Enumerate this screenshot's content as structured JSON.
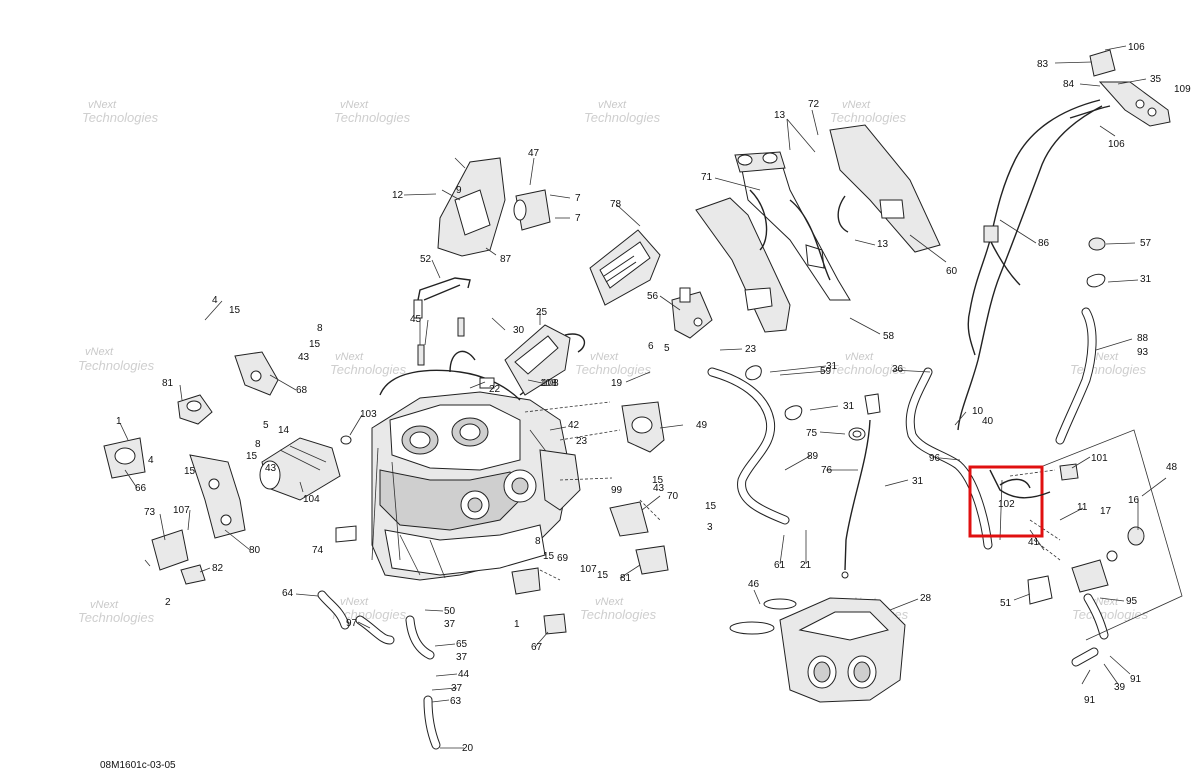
{
  "diagram": {
    "drawing_code": "08M1601c-03-05",
    "watermark": {
      "line1": "vNext",
      "line2": "Technologies"
    },
    "highlight_color": "#e01010",
    "callouts": [
      "83",
      "106",
      "84",
      "35",
      "109",
      "106",
      "13",
      "72",
      "47",
      "9",
      "12",
      "7",
      "7",
      "87",
      "71",
      "78",
      "13",
      "60",
      "86",
      "57",
      "31",
      "52",
      "4",
      "15",
      "8",
      "15",
      "43",
      "45",
      "30",
      "25",
      "56",
      "58",
      "88",
      "93",
      "81",
      "68",
      "103",
      "14",
      "108",
      "23",
      "19",
      "31",
      "59",
      "36",
      "10",
      "40",
      "5",
      "8",
      "15",
      "43",
      "42",
      "23",
      "49",
      "31",
      "75",
      "89",
      "96",
      "22",
      "108",
      "1",
      "66",
      "4",
      "15",
      "104",
      "99",
      "15",
      "43",
      "70",
      "15",
      "3",
      "76",
      "31",
      "101",
      "102",
      "11",
      "48",
      "16",
      "17",
      "41",
      "73",
      "107",
      "82",
      "80",
      "2",
      "74",
      "8",
      "15",
      "69",
      "107",
      "15",
      "81",
      "61",
      "21",
      "46",
      "28",
      "51",
      "95",
      "64",
      "97",
      "50",
      "37",
      "65",
      "37",
      "1",
      "67",
      "44",
      "37",
      "63",
      "20",
      "39",
      "91",
      "91",
      "6",
      "5"
    ]
  }
}
